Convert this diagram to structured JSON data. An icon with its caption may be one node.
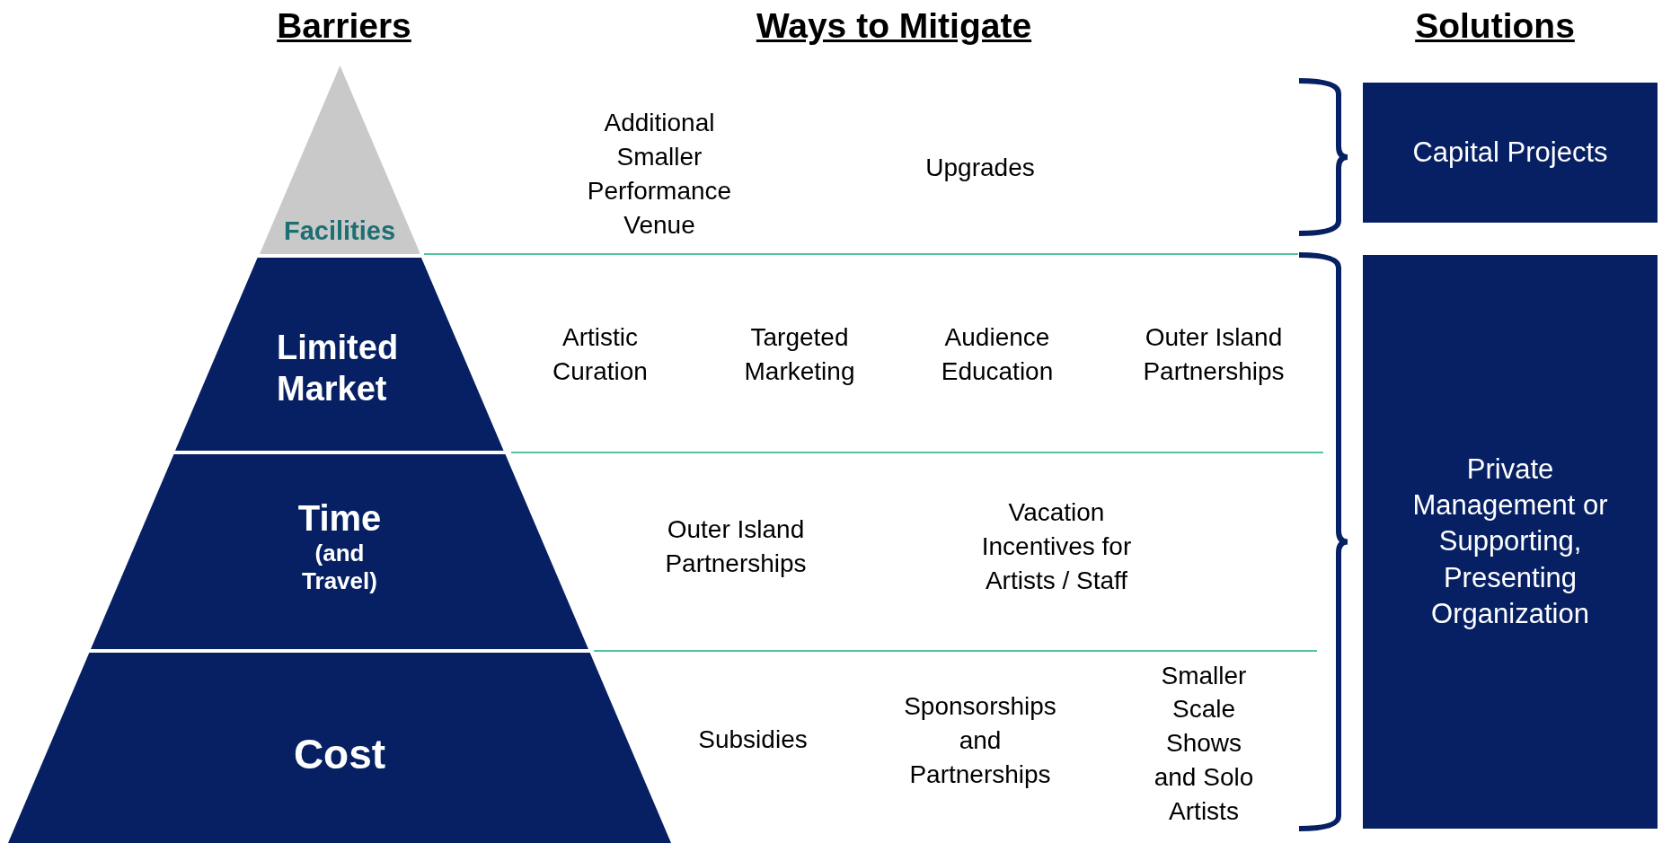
{
  "diagram": {
    "nodes": [
      {
        "text": [
          "Facilities"
        ]
      },
      {
        "text": [
          "Limited Market"
        ]
      },
      {
        "text": [
          "Time",
          "(and Travel)"
        ]
      },
      {
        "text": [
          "Cost"
        ]
      },
      {
        "text": [
          "Capital Projects"
        ]
      },
      {
        "text": [
          "Private Management or Supporting, Presenting Organization"
        ]
      }
    ],
    "labels": [
      "Barriers",
      "Ways to Mitigate",
      "Solutions",
      "Additional Smaller Performance Venue",
      "Upgrades",
      "Artistic Curation",
      "Targeted Marketing",
      "Audience Education",
      "Outer Island Partnerships",
      "Outer Island Partnerships",
      "Vacation Incentives for Artists / Staff",
      "Subsidies",
      "Sponsorships and Partnerships",
      "Smaller Scale Shows and Solo Artists"
    ]
  }
}
